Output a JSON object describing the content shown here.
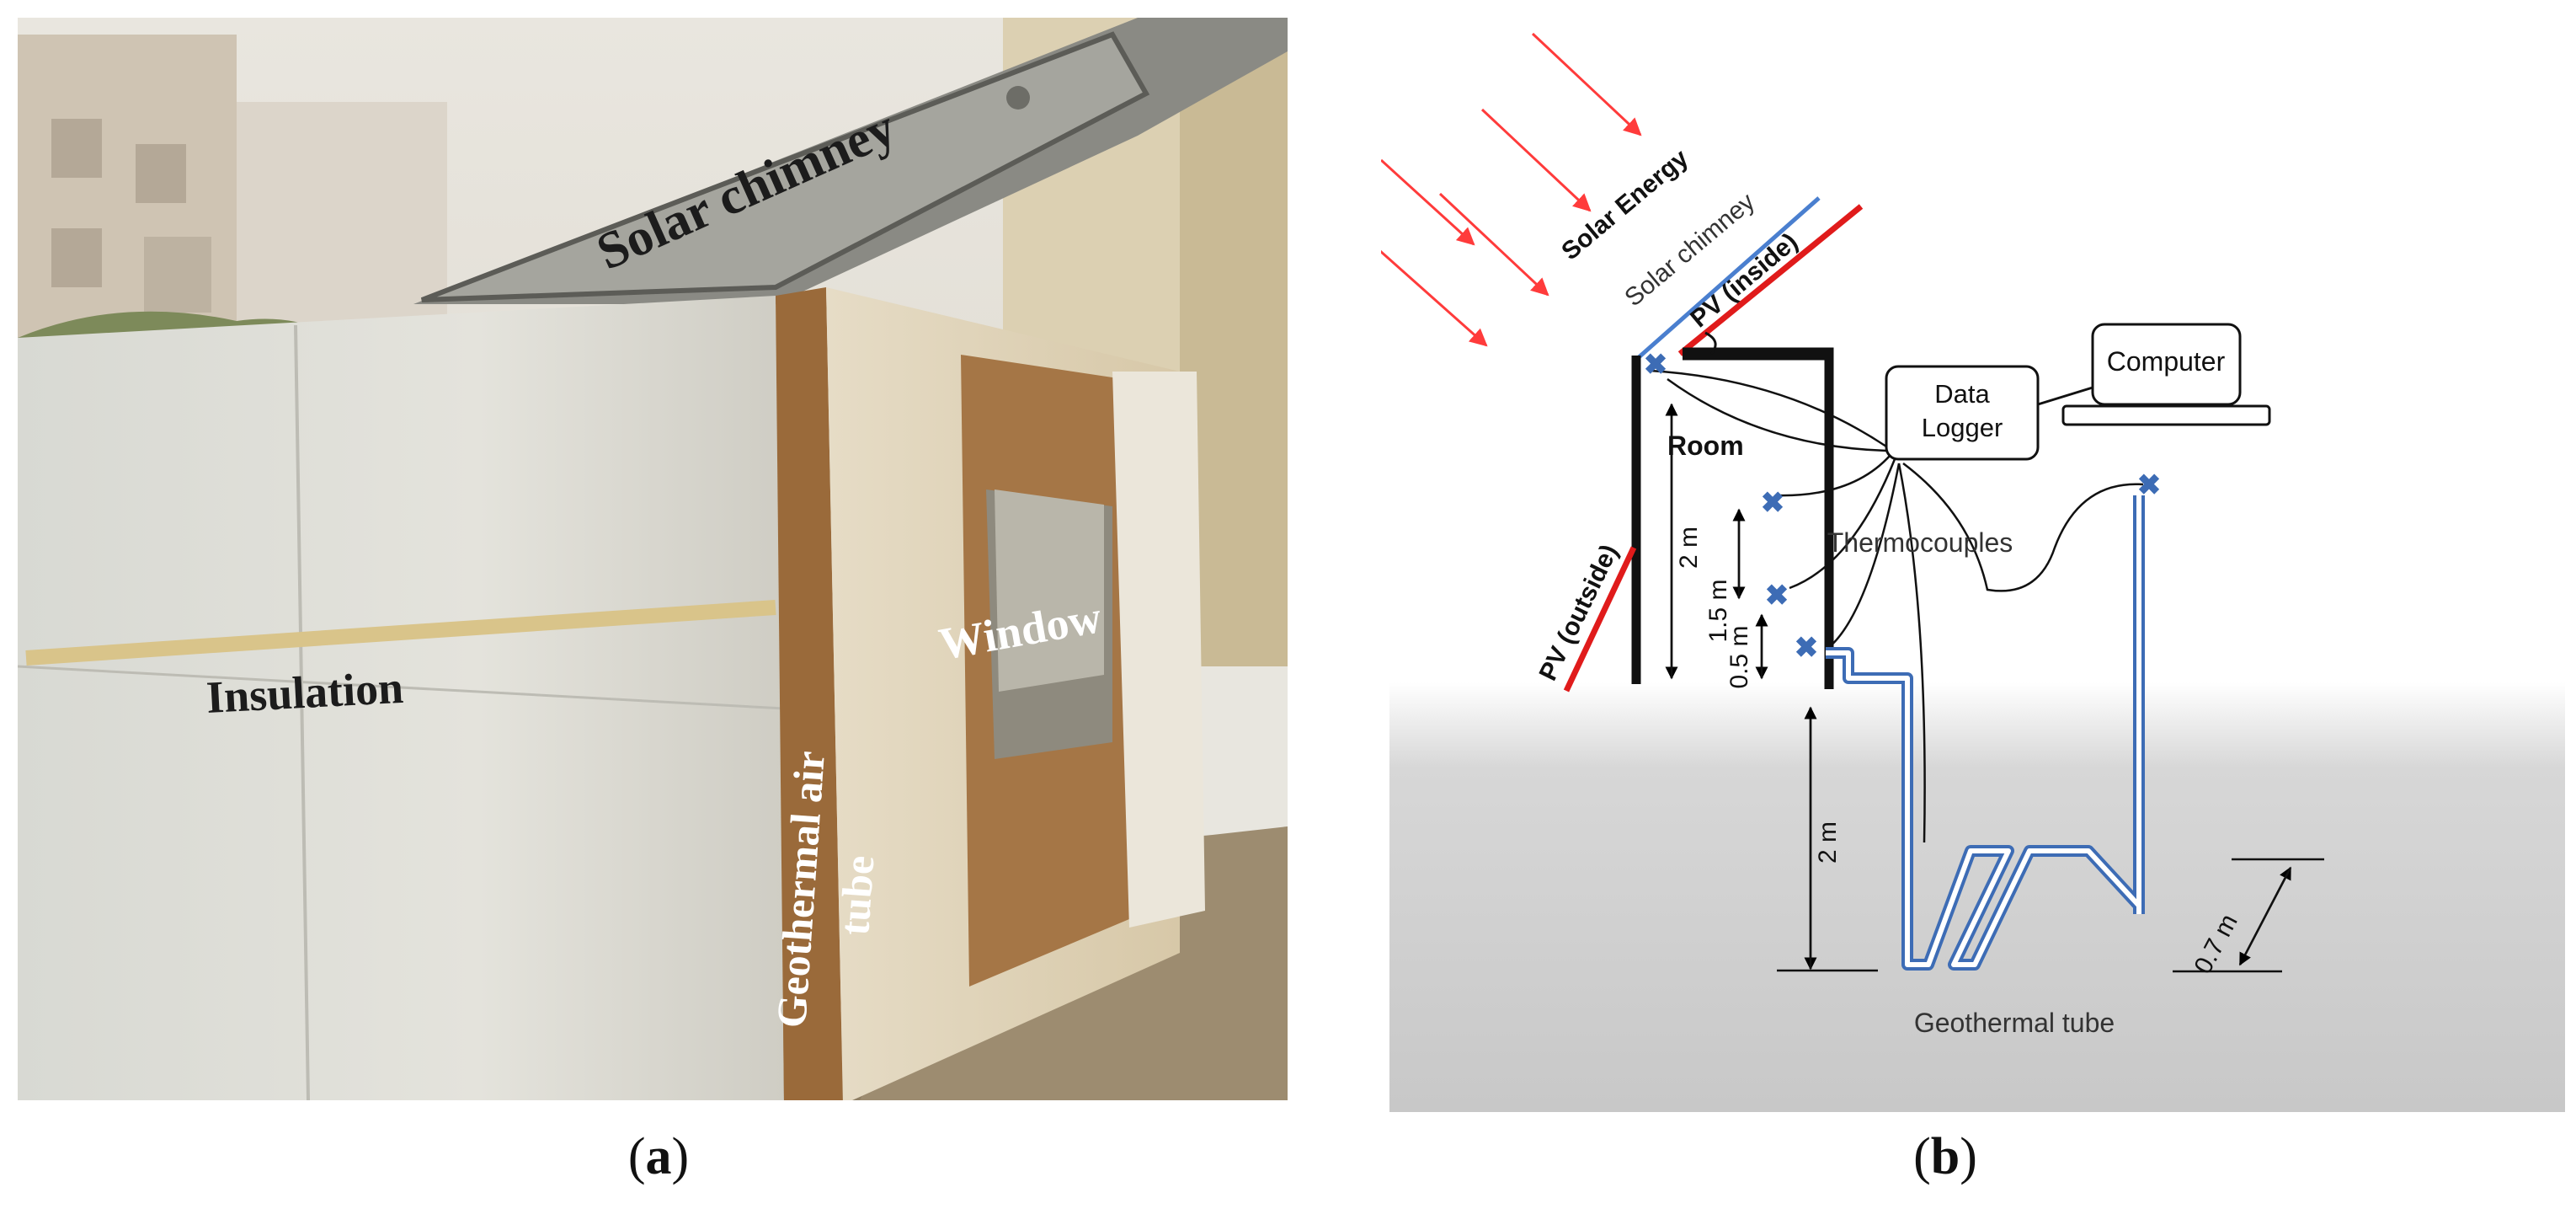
{
  "panel_a": {
    "labels": {
      "solar_chimney": "Solar chimney",
      "insulation": "Insulation",
      "window": "Window",
      "geothermal_air": "Geothermal air",
      "tube": "tube"
    }
  },
  "panel_b": {
    "labels": {
      "solar_energy": "Solar Energy",
      "solar_chimney": "Solar chimney",
      "pv_inside": "PV (inside)",
      "pv_outside": "PV (outside)",
      "room": "Room",
      "data_logger_line1": "Data",
      "data_logger_line2": "Logger",
      "computer": "Computer",
      "thermocouples": "Thermocouples",
      "dim_2m_room": "2 m",
      "dim_1_5m": "1.5 m",
      "dim_0_5m": "0.5 m",
      "dim_2m_ground": "2 m",
      "dim_0_7m": "0.7 m",
      "geothermal_tube": "Geothermal tube"
    },
    "colors": {
      "sun_rays": "#ff3b3b",
      "pv": "#e01b1b",
      "tube": "#3d6cb5",
      "sensor": "#3d6cb5",
      "ground": "#cfcfcf"
    }
  },
  "captions": {
    "a_open": "(",
    "a_letter": "a",
    "a_close": ")",
    "b_open": "(",
    "b_letter": "b",
    "b_close": ")"
  }
}
